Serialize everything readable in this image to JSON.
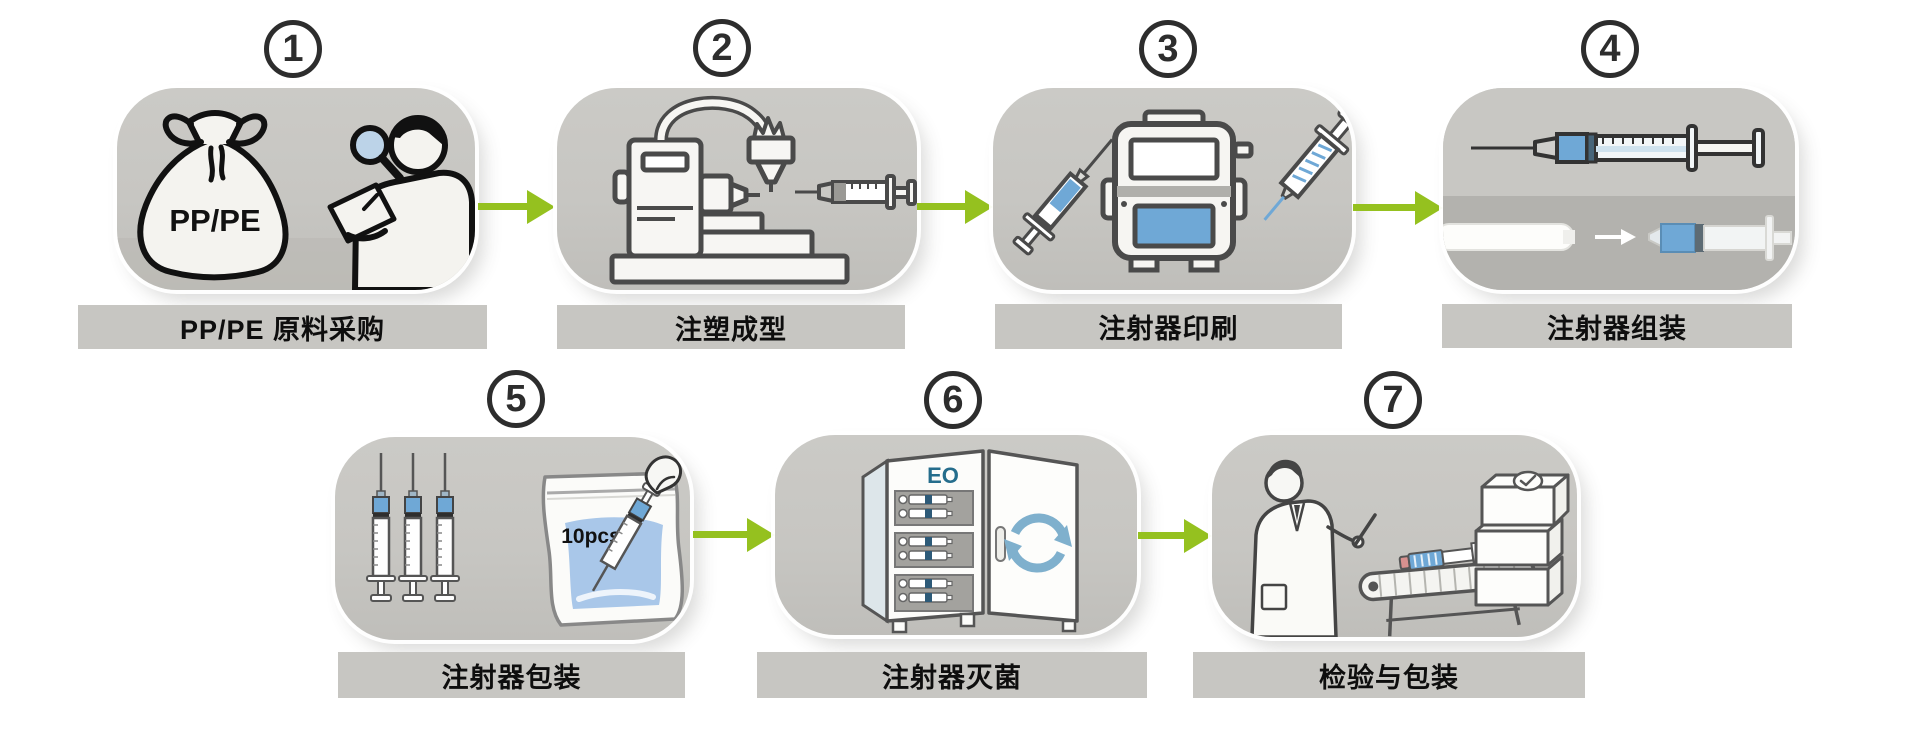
{
  "palette": {
    "arrow_green": "#95C11F",
    "panel_gray": "#C8C7C3",
    "panel_gray_dark": "#B3B2AE",
    "label_bar_gray": "#C7C6C2",
    "accent_blue": "#6FA8D6",
    "bag_blue": "#A9C7E9",
    "eo_text_blue": "#256D8C",
    "refresh_arrow_blue": "#7FB0CD",
    "pink_tip": "#D9918F",
    "number_ink": "#2D2D2D",
    "label_ink": "#0E0E0E"
  },
  "steps": [
    {
      "number": "1",
      "label": "PP/PE 原料采购",
      "icon": "pp-pe-bag-and-inspector",
      "texts": {
        "bag": "PP/PE"
      }
    },
    {
      "number": "2",
      "label": "注塑成型",
      "icon": "injection-molding-machine"
    },
    {
      "number": "3",
      "label": "注射器印刷",
      "icon": "syringe-printing-machine"
    },
    {
      "number": "4",
      "label": "注射器组装",
      "icon": "syringe-assembly"
    },
    {
      "number": "5",
      "label": "注射器包装",
      "icon": "syringe-bagging",
      "texts": {
        "bag_count": "10pcs"
      }
    },
    {
      "number": "6",
      "label": "注射器灭菌",
      "icon": "eo-sterilization-cabinet",
      "texts": {
        "machine": "EO"
      }
    },
    {
      "number": "7",
      "label": "检验与包装",
      "icon": "inspection-and-packing"
    }
  ],
  "arrows": [
    {
      "from": "1",
      "to": "2"
    },
    {
      "from": "2",
      "to": "3"
    },
    {
      "from": "3",
      "to": "4"
    },
    {
      "from": "5",
      "to": "6"
    },
    {
      "from": "6",
      "to": "7"
    }
  ]
}
